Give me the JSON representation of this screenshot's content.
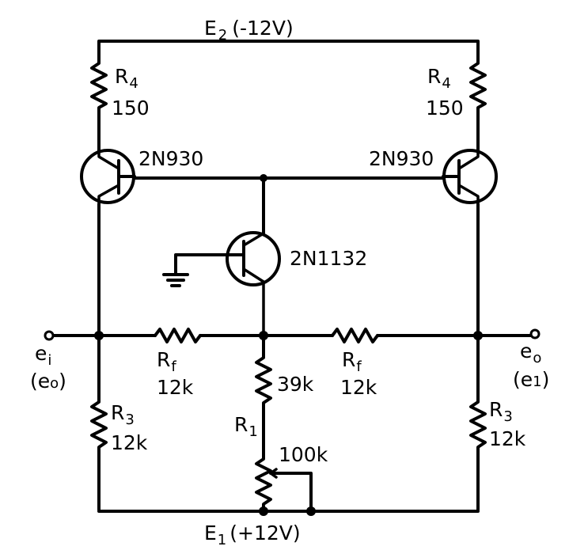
{
  "supply": {
    "e2_main": "E",
    "e2_sub": "2",
    "e2_value": "(-12V)",
    "e1_main": "E",
    "e1_sub": "1",
    "e1_value": "(+12V)"
  },
  "resistors": {
    "r4_left_main": "R",
    "r4_left_sub": "4",
    "r4_left_value": "150",
    "r4_right_main": "R",
    "r4_right_sub": "4",
    "r4_right_value": "150",
    "rf_left_main": "R",
    "rf_left_sub": "f",
    "rf_left_value": "12k",
    "rf_right_main": "R",
    "rf_right_sub": "f",
    "rf_right_value": "12k",
    "r3_left_main": "R",
    "r3_left_sub": "3",
    "r3_left_value": "12k",
    "r3_right_main": "R",
    "r3_right_sub": "3",
    "r3_right_value": "12k",
    "r1_main": "R",
    "r1_sub": "1",
    "r39_value": "39k",
    "pot_value": "100k"
  },
  "transistors": {
    "q_left": "2N930",
    "q_right": "2N930",
    "q_center": "2N1132"
  },
  "terminals": {
    "input_main": "e",
    "input_sub": "i",
    "input_alt": "(e",
    "input_alt_sub": "o",
    "input_alt_close": ")",
    "output_main": "e",
    "output_sub": "o",
    "output_alt": "(e",
    "output_alt_sub": "1",
    "output_alt_close": ")"
  }
}
